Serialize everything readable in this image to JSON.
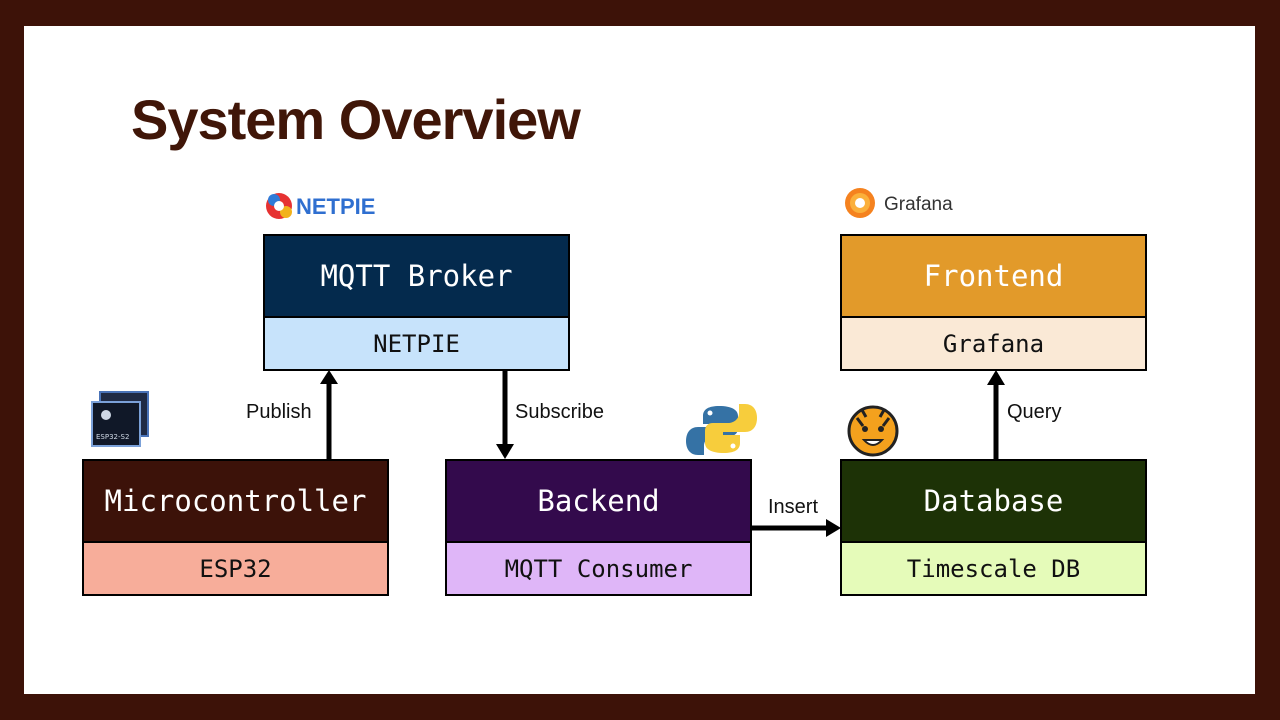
{
  "title": "System Overview",
  "logos": {
    "netpie": "NETPIE",
    "grafana": "Grafana",
    "esp_chip": "ESP32-S2"
  },
  "nodes": {
    "broker": {
      "title": "MQTT Broker",
      "subtitle": "NETPIE",
      "head_color": "#042a4d",
      "sub_color": "#c7e3fb"
    },
    "frontend": {
      "title": "Frontend",
      "subtitle": "Grafana",
      "head_color": "#e29a2a",
      "sub_color": "#fae9d6"
    },
    "micro": {
      "title": "Microcontroller",
      "subtitle": "ESP32",
      "head_color": "#3c1209",
      "sub_color": "#f7ad9a"
    },
    "backend": {
      "title": "Backend",
      "subtitle": "MQTT Consumer",
      "head_color": "#330a4c",
      "sub_color": "#dfb6f8"
    },
    "database": {
      "title": "Database",
      "subtitle": "Timescale DB",
      "head_color": "#1d3206",
      "sub_color": "#e5fbb9"
    }
  },
  "edges": {
    "publish": "Publish",
    "subscribe": "Subscribe",
    "insert": "Insert",
    "query": "Query"
  },
  "icons": [
    "netpie-logo-icon",
    "grafana-logo-icon",
    "esp32-chip-icon",
    "python-icon",
    "timescale-tiger-icon"
  ]
}
